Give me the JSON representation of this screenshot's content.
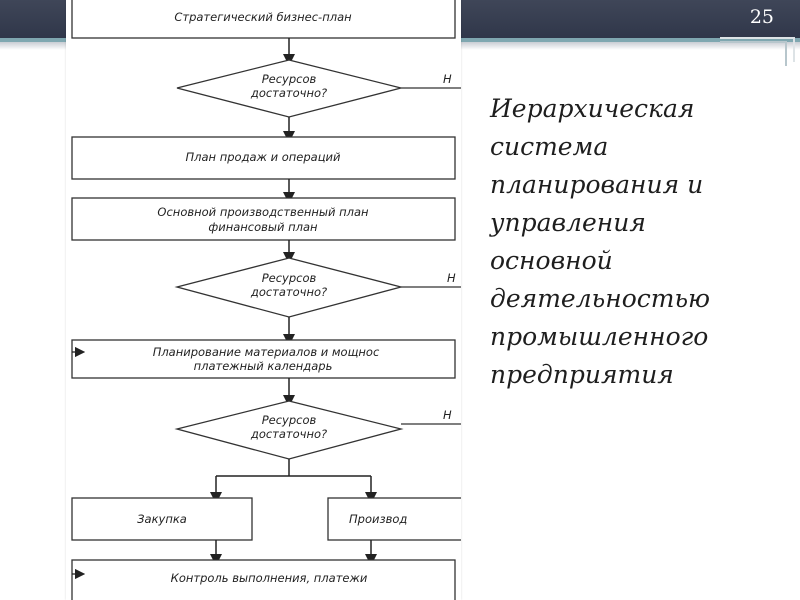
{
  "slide": {
    "number": "25",
    "title_lines": [
      "Иерархическая",
      "система",
      "планирования и",
      "управления",
      "основной",
      "деятельностью",
      "промышленного",
      "предприятия"
    ]
  },
  "flowchart": {
    "strategic_plan": "Стратегический бизнес-план",
    "decision_label_1": "Ресурсов",
    "decision_label_2": "достаточно?",
    "no_label": "Н",
    "sales_plan": "План продаж и операций",
    "master_plan_line1": "Основной производственный план",
    "master_plan_line2": "финансовый план",
    "material_plan_line1": "Планирование материалов и мощнос",
    "material_plan_line2": "платежный календарь",
    "purchase": "Закупка",
    "production": "Производ",
    "control": "Контроль выполнения, платежи"
  },
  "colors": {
    "topbar": "#353c4f",
    "accent_line": "#7fa7b0"
  }
}
